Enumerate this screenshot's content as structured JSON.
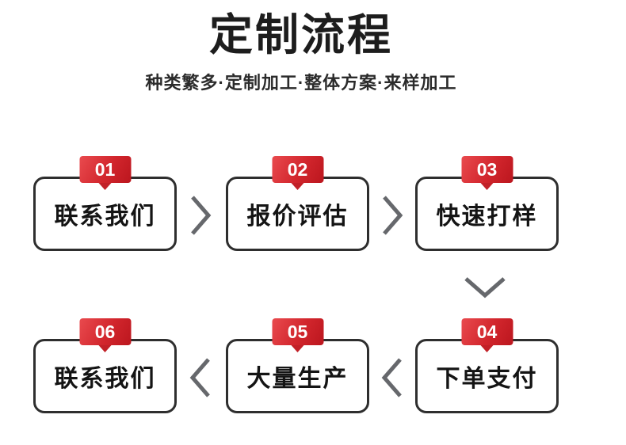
{
  "header": {
    "title": "定制流程",
    "subtitle": "种类繁多·定制加工·整体方案·来样加工"
  },
  "flow": {
    "steps": [
      {
        "number": "01",
        "label": "联系我们"
      },
      {
        "number": "02",
        "label": "报价评估"
      },
      {
        "number": "03",
        "label": "快速打样"
      },
      {
        "number": "04",
        "label": "下单支付"
      },
      {
        "number": "05",
        "label": "大量生产"
      },
      {
        "number": "06",
        "label": "联系我们"
      }
    ],
    "connectors": [
      {
        "from": "01",
        "to": "02",
        "direction": "right"
      },
      {
        "from": "02",
        "to": "03",
        "direction": "right"
      },
      {
        "from": "03",
        "to": "04",
        "direction": "down"
      },
      {
        "from": "04",
        "to": "05",
        "direction": "left"
      },
      {
        "from": "05",
        "to": "06",
        "direction": "left"
      }
    ]
  },
  "colors": {
    "badge_red_start": "#e94a4e",
    "badge_red_end": "#bb161e",
    "badge_pointer": "#c22027",
    "box_border": "#2e2e2e",
    "chevron_gray": "#66686c",
    "title_text": "#1d1d1d",
    "step_text": "#141414",
    "background": "#ffffff"
  }
}
